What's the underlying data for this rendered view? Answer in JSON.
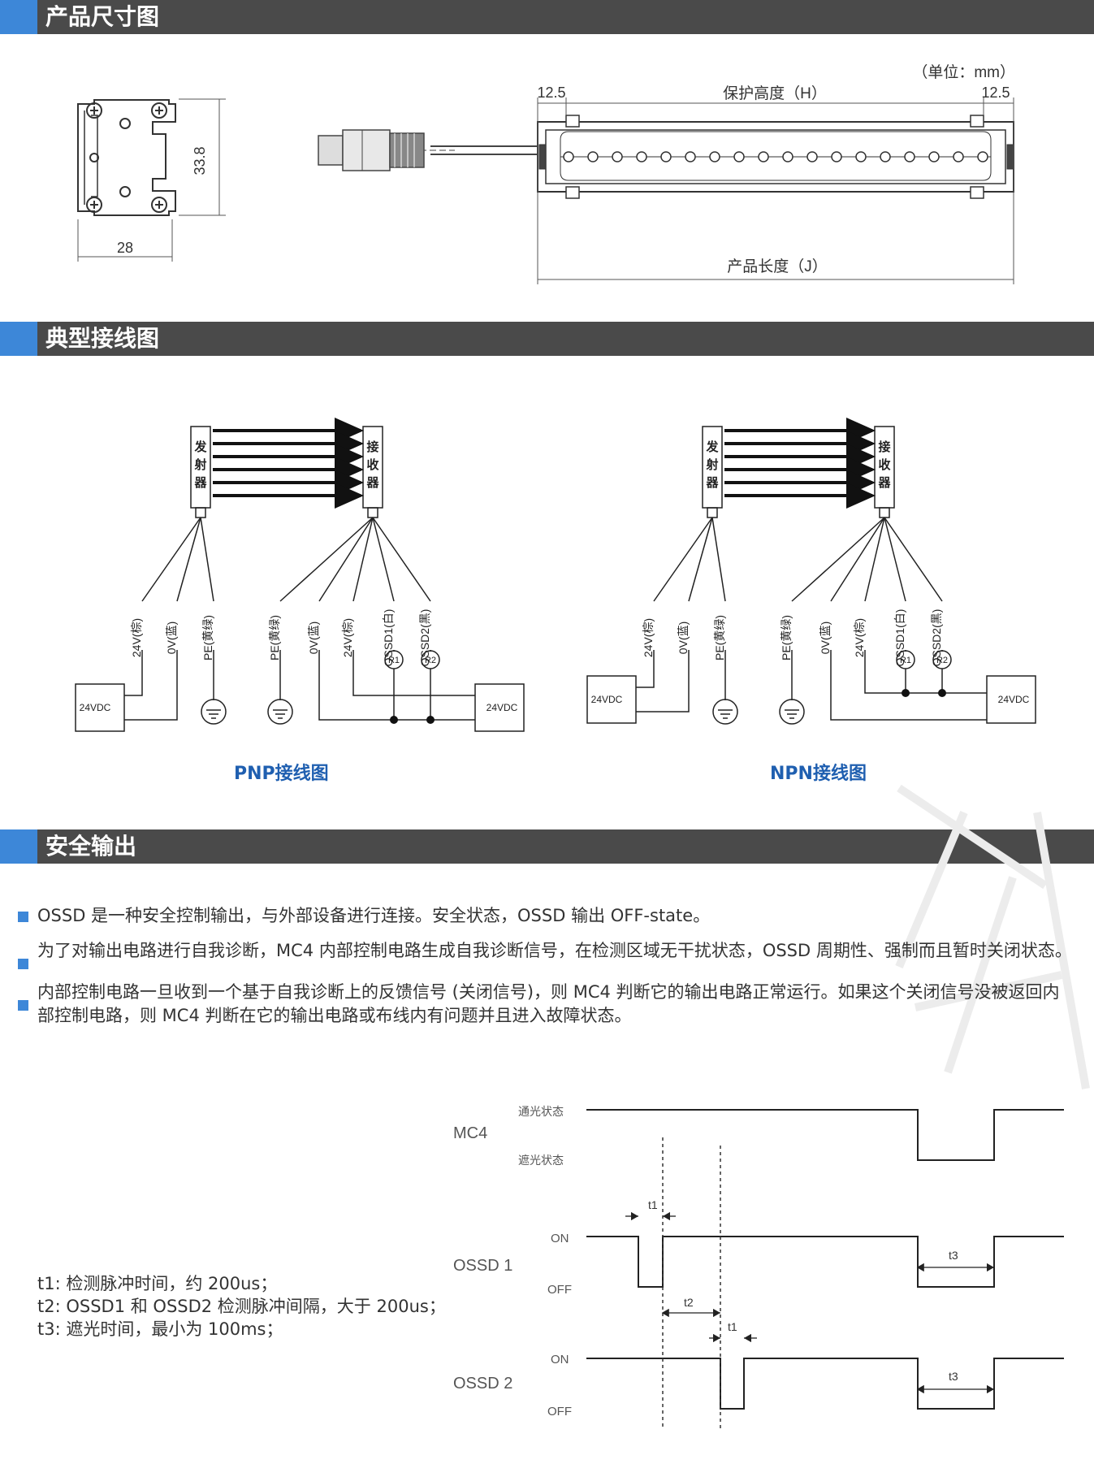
{
  "sections": {
    "dimensions": "产品尺寸图",
    "wiring": "典型接线图",
    "safety": "安全输出"
  },
  "dimensions": {
    "unit": "（单位：mm）",
    "side_height": "33.8",
    "side_width": "28",
    "left_margin": "12.5",
    "right_margin": "12.5",
    "protect_height": "保护高度（H）",
    "product_length": "产品长度（J）"
  },
  "wiring": {
    "pnp": {
      "caption": "PNP接线图",
      "emitter_label": "发射器",
      "receiver_label": "接收器",
      "emitter_wires": [
        "24V(棕)",
        "0V(蓝)",
        "PE(黄绿)"
      ],
      "receiver_wires": [
        "PE(黄绿)",
        "0V(蓝)",
        "24V(棕)",
        "OSSD1(白)",
        "OSSD2(黑)"
      ],
      "psu1": "24VDC",
      "psu2": "24VDC",
      "r1": "R1",
      "r2": "R2"
    },
    "npn": {
      "caption": "NPN接线图",
      "emitter_label": "发射器",
      "receiver_label": "接收器",
      "emitter_wires": [
        "24V(棕)",
        "0V(蓝)",
        "PE(黄绿)"
      ],
      "receiver_wires": [
        "PE(黄绿)",
        "0V(蓝)",
        "24V(棕)",
        "OSSD1(白)",
        "OSSD2(黑)"
      ],
      "psu1": "24VDC",
      "psu2": "24VDC",
      "r1": "R1",
      "r2": "R2"
    }
  },
  "safety": {
    "bullets": [
      "OSSD 是一种安全控制输出，与外部设备进行连接。安全状态，OSSD 输出 OFF-state。",
      "为了对输出电路进行自我诊断，MC4 内部控制电路生成自我诊断信号，在检测区域无干扰状态，OSSD 周期性、强制而且暂时关闭状态。",
      "内部控制电路一旦收到一个基于自我诊断上的反馈信号 (关闭信号)，则 MC4 判断它的输出电路正常运行。如果这个关闭信号没被返回内部控制电路，则 MC4 判断在它的输出电路或布线内有问题并且进入故障状态。"
    ],
    "notes": [
      "t1: 检测脉冲时间，约 200us；",
      "t2: OSSD1 和 OSSD2 检测脉冲间隔，大于 200us；",
      "t3: 遮光时间，最小为 100ms；"
    ]
  },
  "timing": {
    "mc4": "MC4",
    "pass": "通光状态",
    "block": "遮光状态",
    "ossd1": "OSSD 1",
    "ossd2": "OSSD 2",
    "on": "ON",
    "off": "OFF",
    "t1": "t1",
    "t2": "t2",
    "t3": "t3"
  }
}
